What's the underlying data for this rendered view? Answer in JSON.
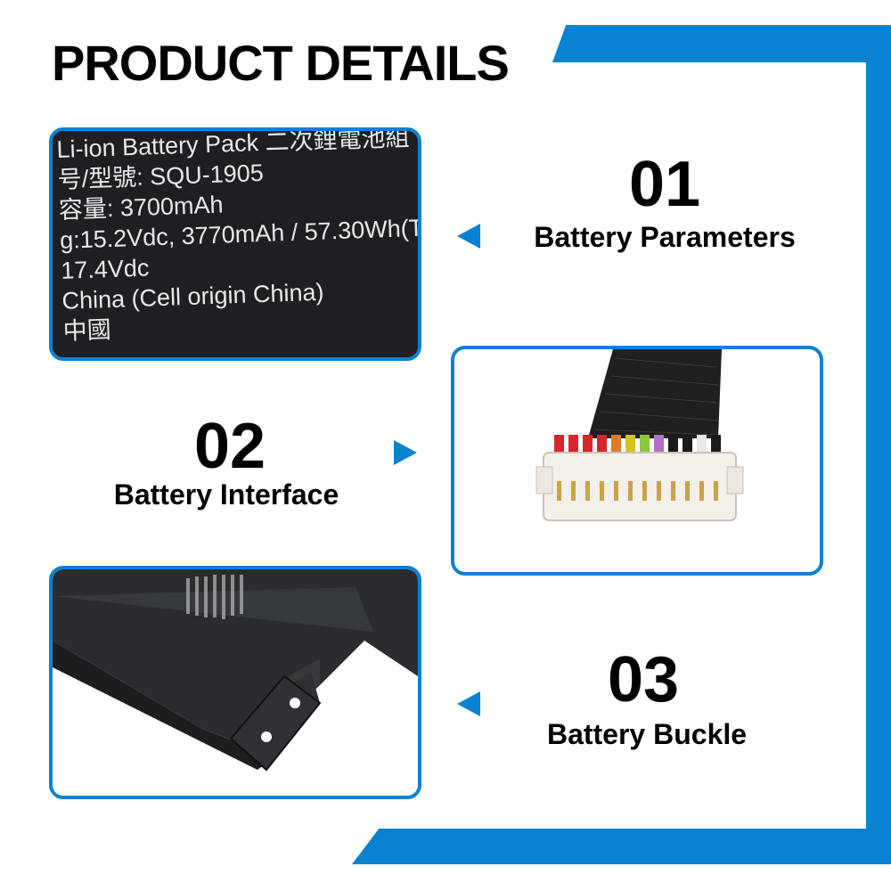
{
  "title": "PRODUCT DETAILS",
  "accent_color": "#0a82d2",
  "sections": [
    {
      "number": "01",
      "caption": "Battery Parameters",
      "arrow": "left"
    },
    {
      "number": "02",
      "caption": "Battery Interface",
      "arrow": "right"
    },
    {
      "number": "03",
      "caption": "Battery Buckle",
      "arrow": "left"
    }
  ],
  "battery_label": {
    "lines": [
      "Li-ion Battery Pack 二次鋰電池組",
      "号/型號: SQU-1905",
      "容量: 3700mAh",
      "g:15.2Vdc, 3770mAh / 57.30Wh(T",
      "17.4Vdc",
      "China (Cell origin China)",
      "中國"
    ]
  },
  "connector": {
    "wire_colors": [
      "#d8262c",
      "#d8262c",
      "#d8262c",
      "#d8262c",
      "#e07a22",
      "#d8c21e",
      "#8cc63f",
      "#b56fc5",
      "#1b1b1b",
      "#1b1b1b",
      "#e8e8e8",
      "#1b1b1b"
    ]
  }
}
